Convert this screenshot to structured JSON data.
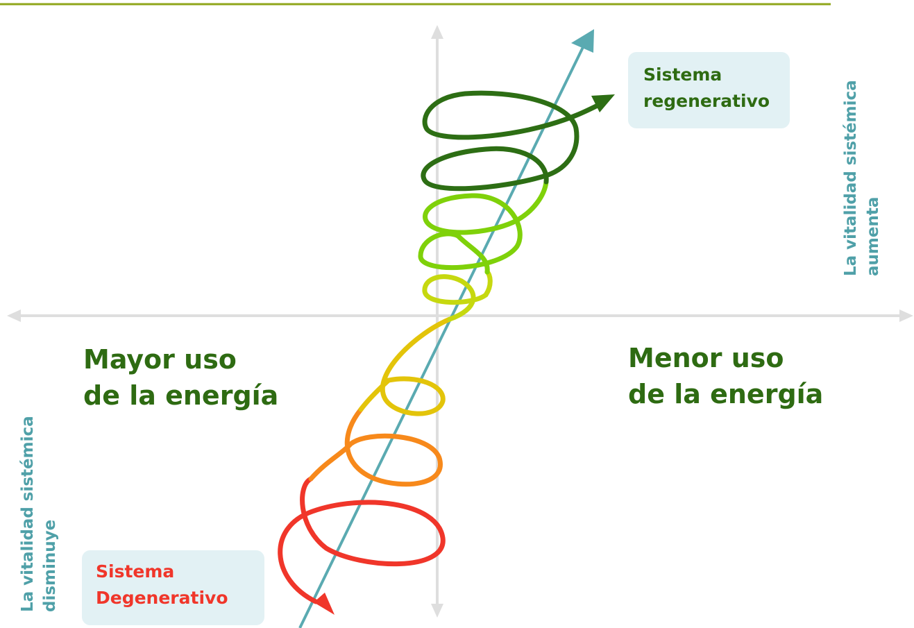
{
  "colors": {
    "top_rule": "#8fa61a",
    "axis": "#dedede",
    "diagonal": "#5aaab1",
    "dark_green": "#2d6e14",
    "text_green": "#2e6b12",
    "light_green": "#7fd10a",
    "yellow_green": "#c6d80f",
    "yellow": "#e3c40a",
    "orange": "#f7891b",
    "red": "#f0362a",
    "teal_text": "#4fa0a8",
    "box_bg": "#e2f1f4"
  },
  "labels": {
    "mayor_line1": "Mayor uso",
    "mayor_line2": "de la energía",
    "menor_line1": "Menor uso",
    "menor_line2": "de la energía",
    "regen_line1": "Sistema",
    "regen_line2": "regenerativo",
    "degen_line1": "Sistema",
    "degen_line2": "Degenerativo",
    "right_vert_line1": "La vitalidad sistémica",
    "right_vert_line2": "aumenta",
    "left_vert_line1": "La vitalidad sistémica",
    "left_vert_line2": "disminuye"
  }
}
